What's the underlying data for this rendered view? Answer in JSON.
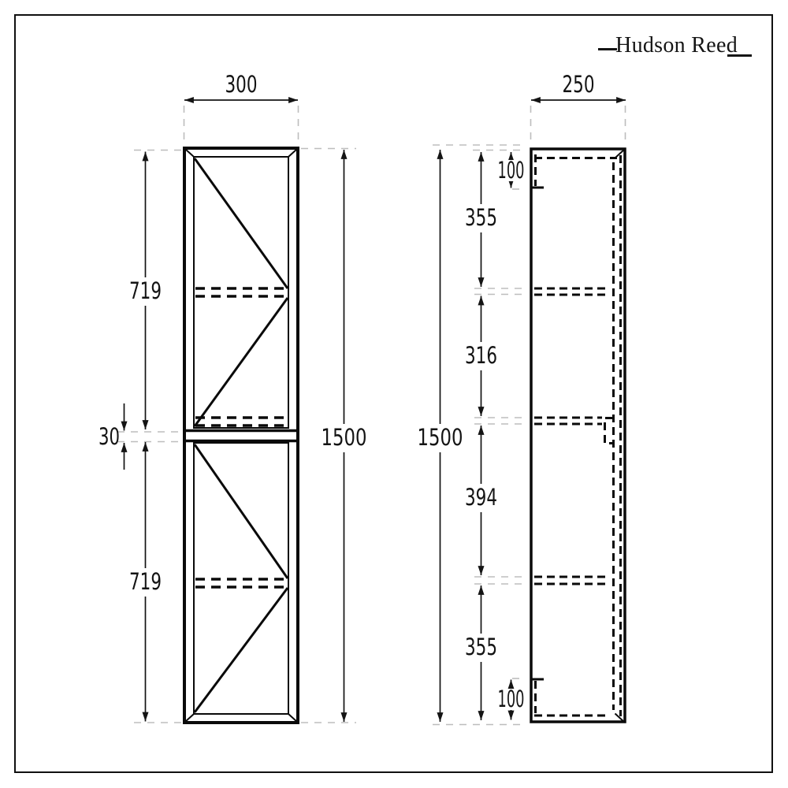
{
  "brand": {
    "name": "Hudson Reed"
  },
  "front_view": {
    "width": "300",
    "height": "1500",
    "top_door_height": "719",
    "bottom_door_height": "719",
    "gap": "30"
  },
  "side_view": {
    "depth": "250",
    "height": "1500",
    "top_bracket": "100",
    "section_top": "355",
    "section_upper_middle": "316",
    "section_lower_middle": "394",
    "section_bottom": "355",
    "bottom_bracket": "100"
  },
  "colors": {
    "line": "#141414",
    "extension_line": "#bdbdbd"
  }
}
